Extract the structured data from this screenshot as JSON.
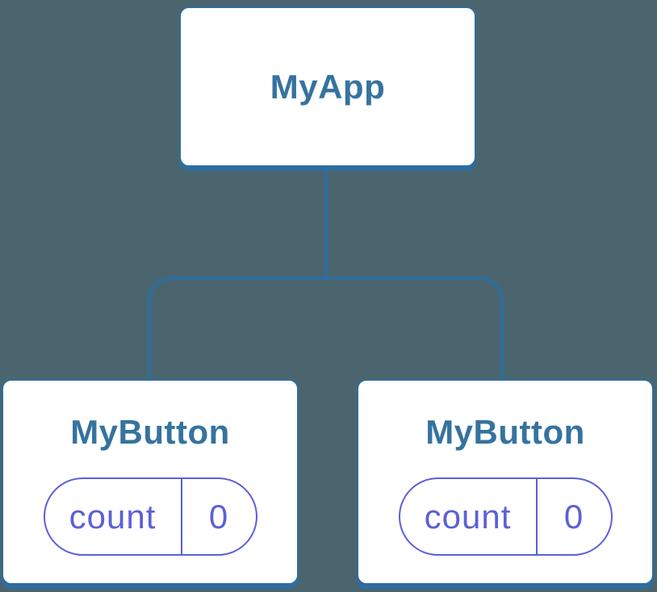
{
  "colors": {
    "background": "#4B656F",
    "node_fill": "#FFFFFF",
    "node_border": "#2E6D9F",
    "node_text": "#35739F",
    "connector": "#2E6D9F",
    "state_accent": "#5C60D6"
  },
  "tree": {
    "root": {
      "label": "MyApp"
    },
    "children": [
      {
        "label": "MyButton",
        "state": {
          "name": "count",
          "value": "0"
        }
      },
      {
        "label": "MyButton",
        "state": {
          "name": "count",
          "value": "0"
        }
      }
    ]
  }
}
